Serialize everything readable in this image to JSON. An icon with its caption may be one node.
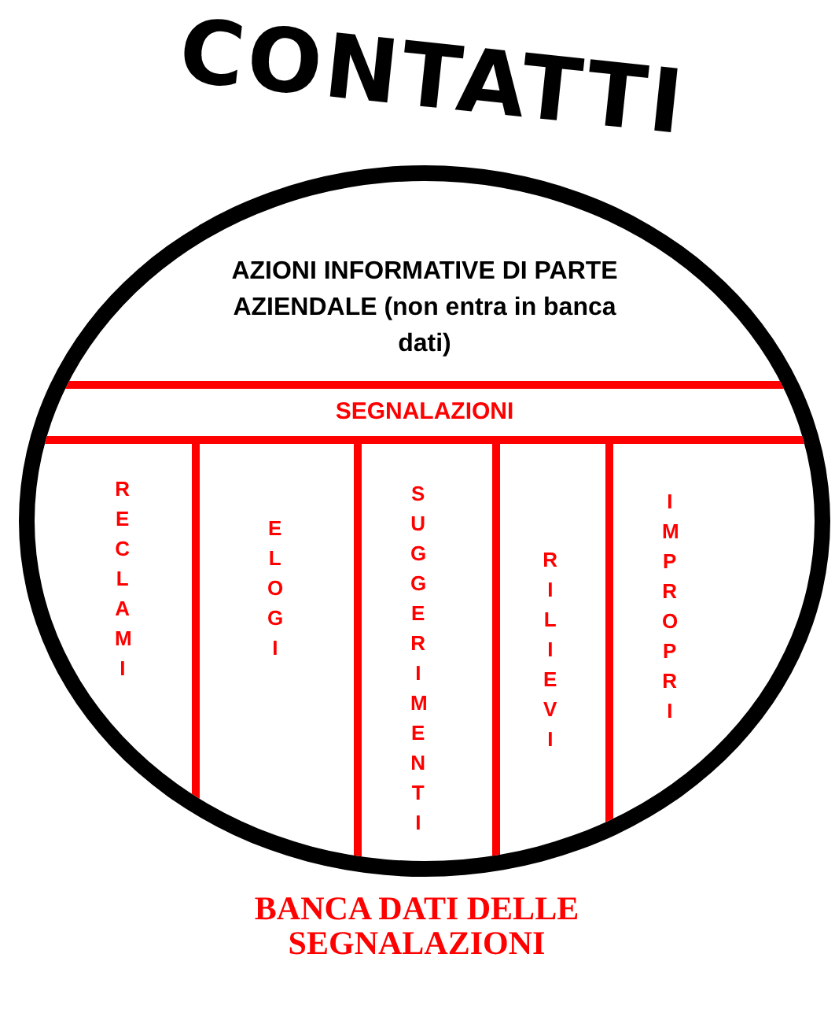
{
  "diagram": {
    "title": "CONTATTI",
    "nodes": [
      {
        "text": [
          "AZIONI INFORMATIVE DI PARTE AZIENDALE (non entra in banca dati)"
        ]
      },
      {
        "text": [
          "SEGNALAZIONI"
        ],
        "in": 0
      },
      {
        "text": [
          "RECLAMI"
        ],
        "in": 0
      },
      {
        "text": [
          "ELOGI"
        ],
        "in": 0
      },
      {
        "text": [
          "SUGGERIMENTI"
        ],
        "in": 0
      },
      {
        "text": [
          "RILIEVI"
        ],
        "in": 0
      },
      {
        "text": [
          "IMPROPRI"
        ],
        "in": 0
      }
    ],
    "labels": [
      "BANCA DATI DELLE SEGNALAZIONI"
    ]
  }
}
